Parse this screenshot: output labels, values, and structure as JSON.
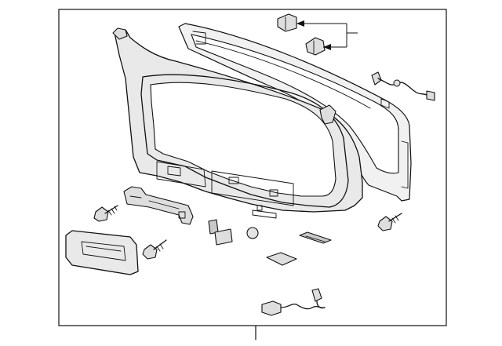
{
  "diagram": {
    "parts": [
      {
        "id": "inner-trim-panel",
        "icon": "liftgate-inner-trim-panel"
      },
      {
        "id": "upper-trim-panel",
        "icon": "liftgate-upper-trim-panel"
      },
      {
        "id": "clip-upper",
        "icon": "retainer-clip"
      },
      {
        "id": "clip-lower",
        "icon": "retainer-clip"
      },
      {
        "id": "wire-harness-upper",
        "icon": "wiring-harness"
      },
      {
        "id": "wire-harness-lower",
        "icon": "wiring-harness"
      },
      {
        "id": "bolt-left",
        "icon": "bolt"
      },
      {
        "id": "bolt-center",
        "icon": "bolt"
      },
      {
        "id": "bolt-right",
        "icon": "bolt"
      },
      {
        "id": "mounting-bracket",
        "icon": "bracket"
      },
      {
        "id": "pull-handle",
        "icon": "pull-handle"
      },
      {
        "id": "small-pad",
        "icon": "pad"
      },
      {
        "id": "round-plug",
        "icon": "plug"
      },
      {
        "id": "foam-pad-lower",
        "icon": "foam-pad"
      },
      {
        "id": "label-strip",
        "icon": "label"
      }
    ],
    "colors": {
      "line": "#111111",
      "panel_fill": "#e9e9e9",
      "background": "#ffffff"
    }
  }
}
